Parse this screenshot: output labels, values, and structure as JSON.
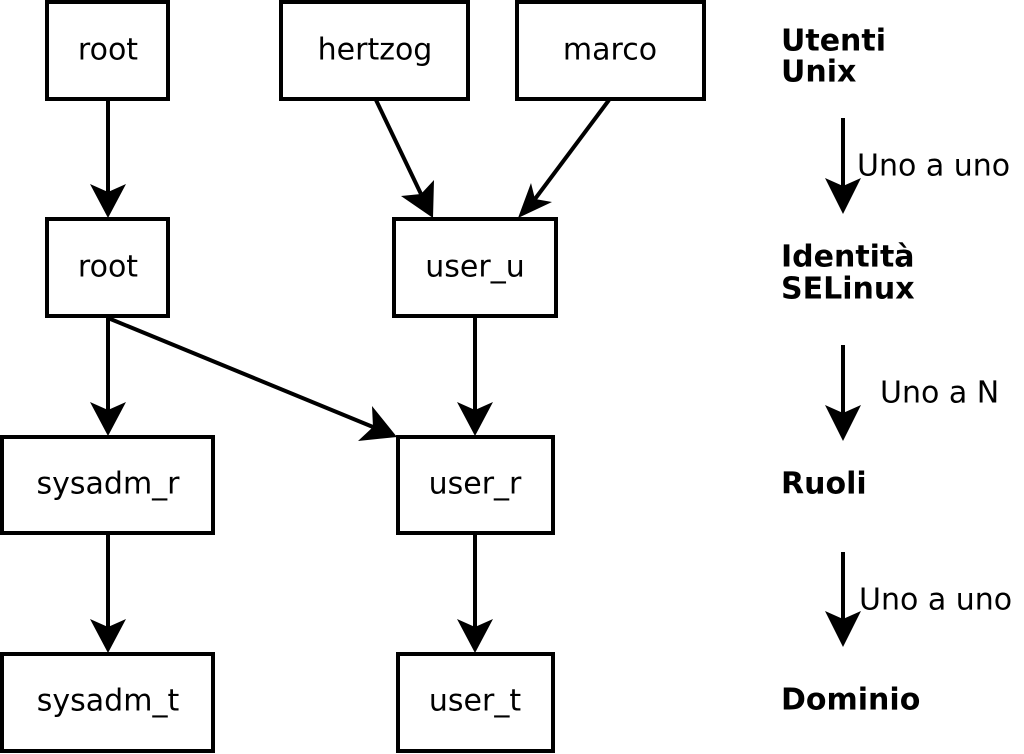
{
  "nodes": {
    "unix_root": "root",
    "unix_hertzog": "hertzog",
    "unix_marco": "marco",
    "identity_root": "root",
    "identity_user_u": "user_u",
    "role_sysadm_r": "sysadm_r",
    "role_user_r": "user_r",
    "domain_sysadm_t": "sysadm_t",
    "domain_user_t": "user_t"
  },
  "levels": {
    "unix_users": [
      "Utenti",
      "Unix"
    ],
    "selinux_identities": [
      "Identità",
      "SELinux"
    ],
    "roles": "Ruoli",
    "domain": "Dominio"
  },
  "relations": {
    "users_to_identities": "Uno a uno",
    "identities_to_roles": "Uno a N",
    "roles_to_domain": "Uno a uno"
  }
}
